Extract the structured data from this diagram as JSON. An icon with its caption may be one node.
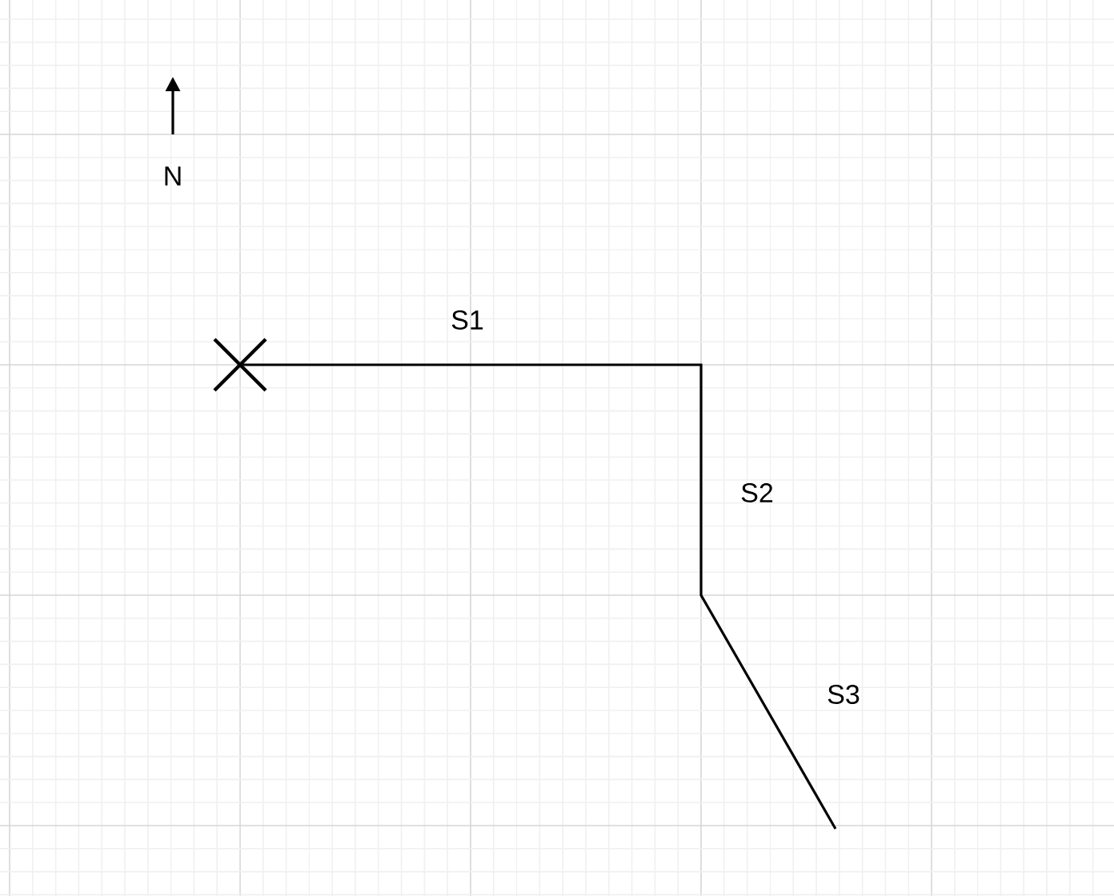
{
  "diagram": {
    "labels": [
      "N",
      "S1",
      "S2",
      "S3"
    ]
  }
}
